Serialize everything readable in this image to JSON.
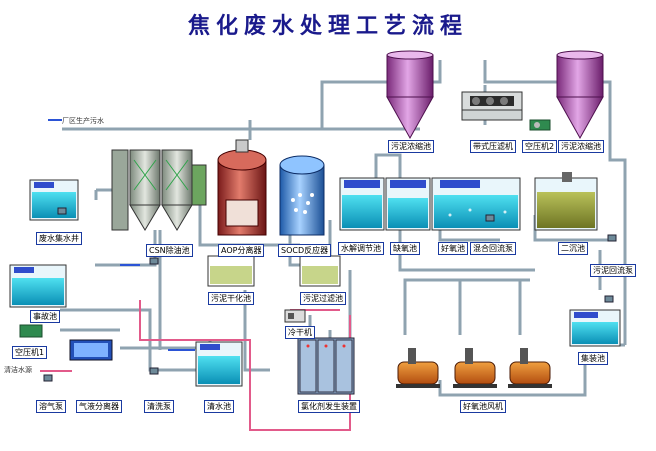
{
  "title": "焦化废水处理工艺流程",
  "inputs": {
    "plant_wastewater": "厂区生产污水",
    "tap_water": "清洁水源"
  },
  "labels": {
    "sump": "废水集水井",
    "accident_tank": "事故池",
    "air_compressor_1": "空压机1",
    "air_release_pump": "溶气泵",
    "gas_separator": "气液分离器",
    "csn_tank": "CSN除油池",
    "aop_separator": "AOP分离器",
    "socd_reactor": "SOCD反应器",
    "equalization_tank": "水解调节池",
    "sludge_thickener_a": "污泥浓缩池",
    "sludge_thickener_b": "污泥浓缩池",
    "belt_press": "带式压滤机",
    "air_compressor_2": "空压机2",
    "anoxic_tank": "缺氧池",
    "aerobic_tank": "好氧池",
    "mixing_tank": "混合回流泵",
    "secondary_clarifier": "二沉池",
    "sludge_return_pump": "污泥回流泵",
    "sludge_dry_tank": "污泥干化池",
    "sludge_filter_tank": "污泥过滤池",
    "cold_dryer": "冷干机",
    "clean_water_pump": "清洗泵",
    "clean_water_tank": "清水池",
    "chlorine_generator": "氯化剂发生装置",
    "aeration_blower": "好氧池风机",
    "collection_tank": "集装池"
  }
}
